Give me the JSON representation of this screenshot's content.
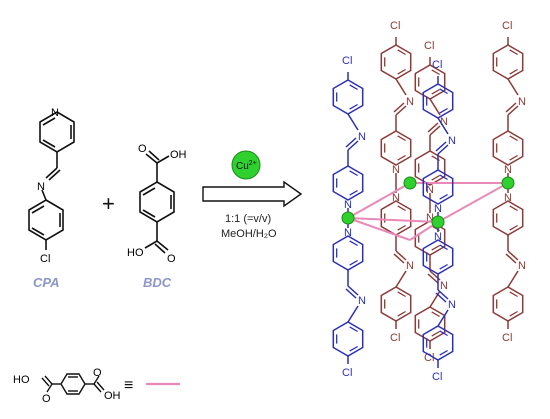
{
  "reaction": {
    "reactant1": {
      "caption": "CPA",
      "atom_n": "N",
      "atom_cl": "Cl"
    },
    "reactant2": {
      "caption": "BDC",
      "atom_oh": "OH",
      "atom_ho": "HO",
      "atom_o": "O"
    },
    "plus": "+",
    "metal": {
      "symbol": "Cu",
      "charge": "2+"
    },
    "conditions": {
      "ratio": "1:1 (=v/v)",
      "solvent": "MeOH/H₂O"
    }
  },
  "framework": {
    "atom_n": "N",
    "atom_cl": "Cl"
  },
  "legend": {
    "atom_ho": "HO",
    "atom_oh": "OH",
    "atom_o": "O",
    "equiv": "≡"
  },
  "colors": {
    "black": "#111111",
    "blue": "#2a2fb8",
    "brown": "#8b3a36",
    "pink": "#e889b8",
    "green": "#2fd12f",
    "caption": "#8c96c8"
  }
}
